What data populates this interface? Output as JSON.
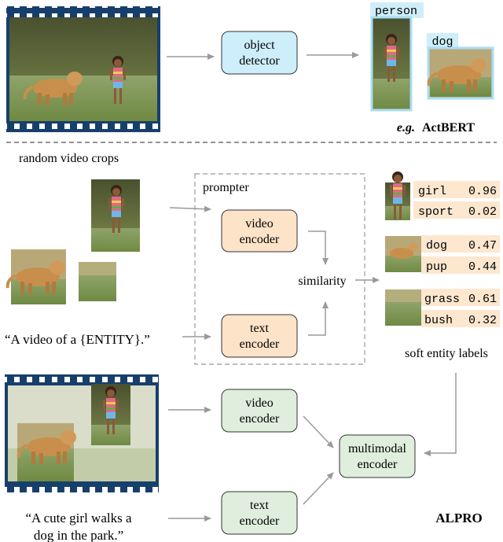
{
  "top_section": {
    "object_detector_label": [
      "object",
      "detector"
    ],
    "person_tag": "person",
    "dog_tag": "dog",
    "actbert_prefix": "e.g.",
    "actbert_label": "ActBERT"
  },
  "middle_section": {
    "random_crops_label": "random video crops",
    "prompter_label": "prompter",
    "video_encoder_label": [
      "video",
      "encoder"
    ],
    "text_encoder_label": [
      "text",
      "encoder"
    ],
    "similarity_label": "similarity",
    "prompt_text": "“A video of a {ENTITY}.”",
    "soft_labels_caption": "soft entity labels",
    "soft_labels": [
      {
        "entity": "girl",
        "score": "0.96"
      },
      {
        "entity": "sport",
        "score": "0.02"
      },
      {
        "entity": "dog",
        "score": "0.47"
      },
      {
        "entity": "pup",
        "score": "0.44"
      },
      {
        "entity": "grass",
        "score": "0.61"
      },
      {
        "entity": "bush",
        "score": "0.32"
      }
    ]
  },
  "bottom_section": {
    "video_encoder_label": [
      "video",
      "encoder"
    ],
    "text_encoder_label": [
      "text",
      "encoder"
    ],
    "multimodal_encoder_label": [
      "multimodal",
      "encoder"
    ],
    "caption_lines": [
      "“A cute girl walks a",
      "dog in the park.”"
    ],
    "alpro_label": "ALPRO"
  },
  "colors": {
    "detector_fill": "#cdeefa",
    "prompter_encoder_fill": "#fde3c8",
    "alpro_encoder_fill": "#dfeedd",
    "label_fill": "#fde7cf",
    "tag_fill": "#cfeefa",
    "film_blue": "#173f6c",
    "arrow": "#9a9a9a"
  }
}
